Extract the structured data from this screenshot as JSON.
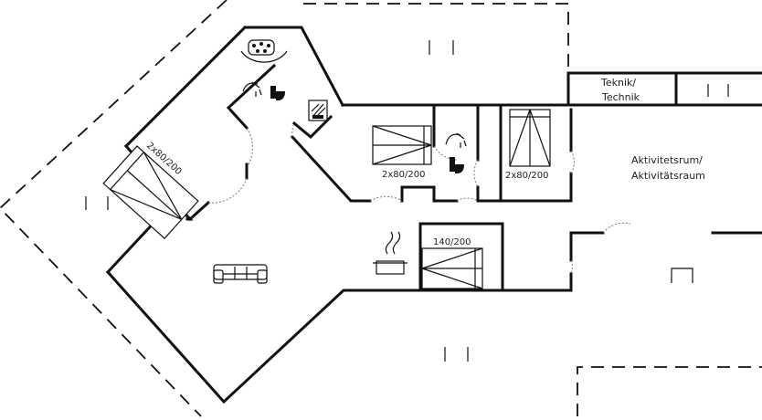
{
  "plan": {
    "rooms": {
      "technik": [
        "Teknik/",
        "Technik"
      ],
      "aktivitet": [
        "Aktivitetsrum/",
        "Aktivitätsraum"
      ]
    },
    "beds": {
      "bedroom_angled": "2x80/200",
      "bedroom_middle": "2x80/200",
      "bedroom_right": "2x80/200",
      "bedroom_double": "140/200"
    },
    "icons": [
      "spa-icon",
      "shower-icon",
      "toilet-icon",
      "sauna-icon",
      "stove-pot-icon",
      "sofa-icon",
      "bed-icon"
    ]
  }
}
